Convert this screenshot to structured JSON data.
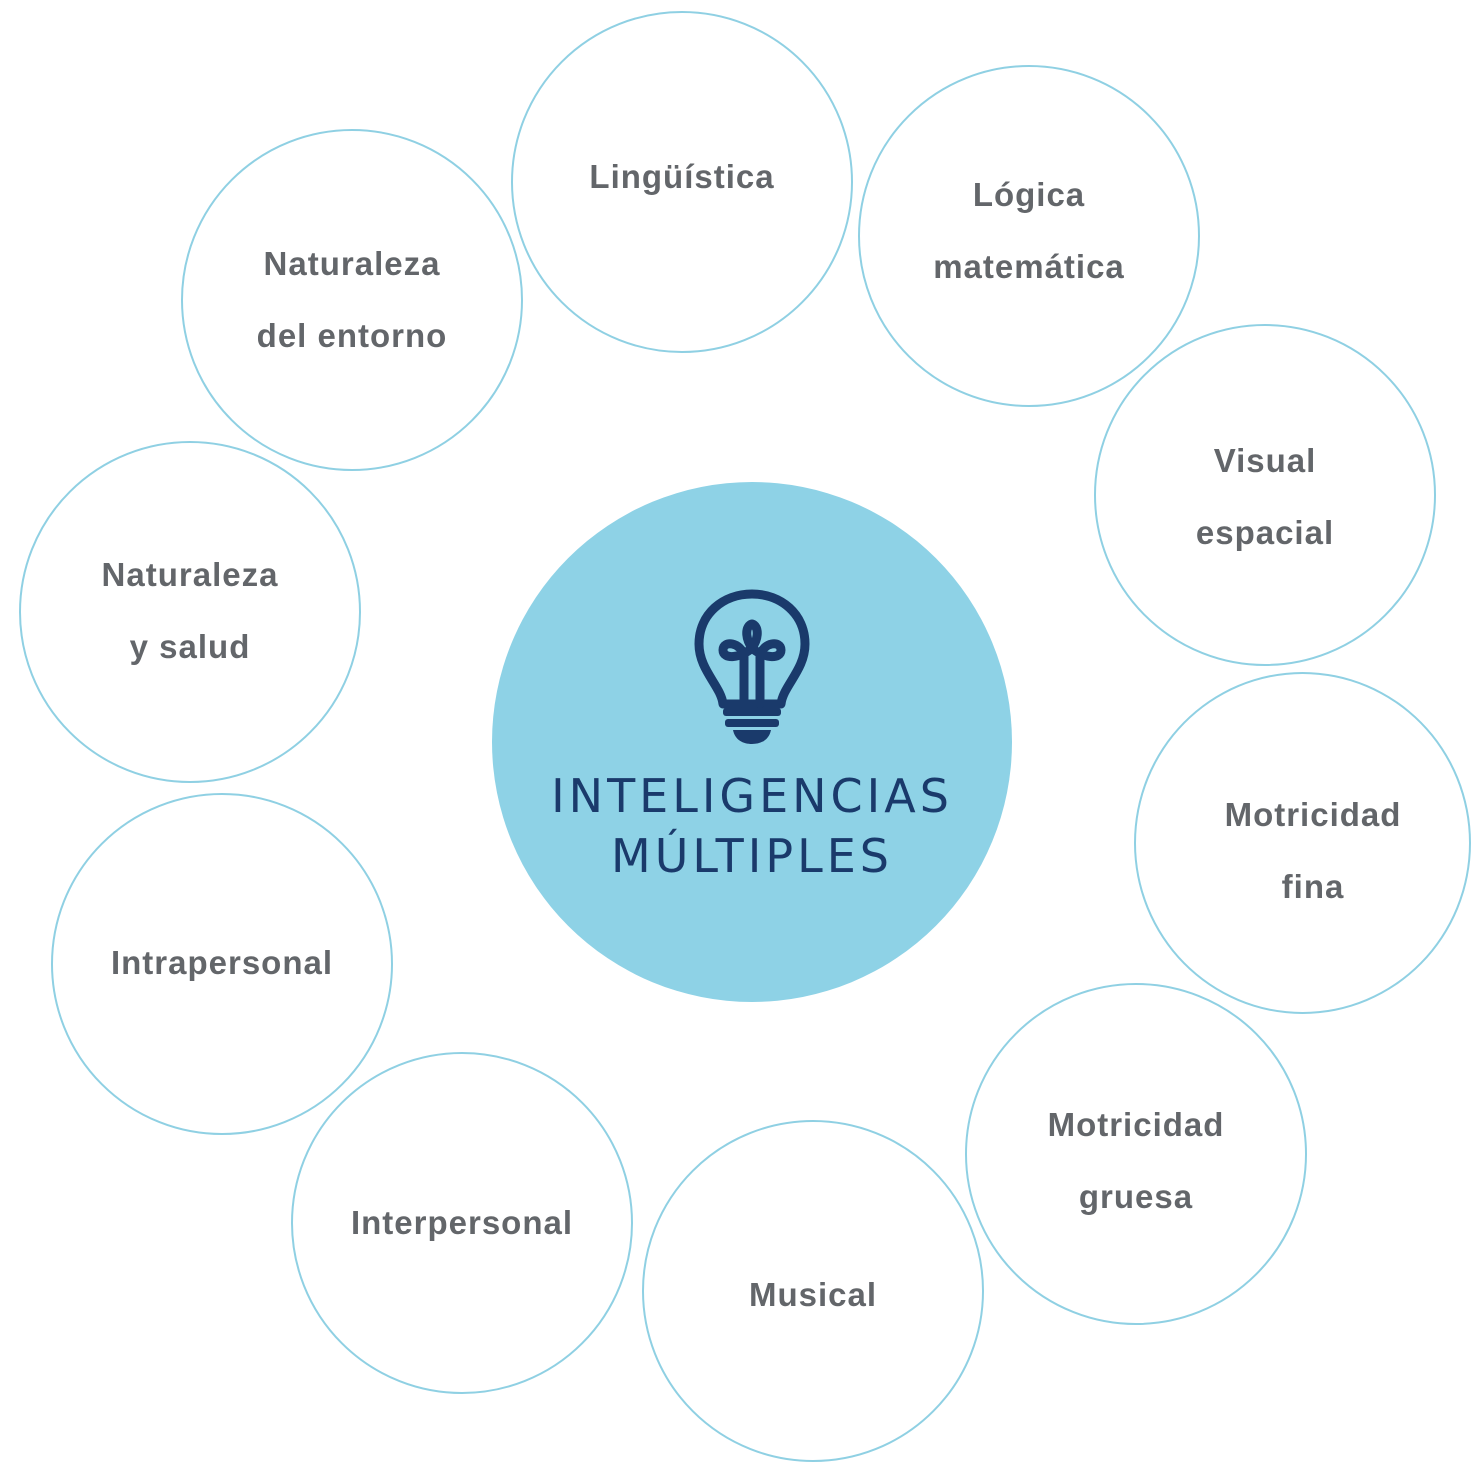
{
  "center": {
    "line1": "INTELIGENCIAS",
    "line2": "MÚLTIPLES",
    "icon": "lightbulb-icon",
    "fill_color": "#8ed2e6",
    "text_color": "#1a3a6b"
  },
  "nodes": {
    "linguistica": {
      "line1": "Lingüística"
    },
    "logica": {
      "line1": "Lógica",
      "line2": "matemática"
    },
    "visual": {
      "line1": "Visual",
      "line2": "espacial"
    },
    "motricidad_fina": {
      "line1": "Motricidad",
      "line2": "fina"
    },
    "motricidad_gruesa": {
      "line1": "Motricidad",
      "line2": "gruesa"
    },
    "musical": {
      "line1": "Musical"
    },
    "interpersonal": {
      "line1": "Interpersonal"
    },
    "intrapersonal": {
      "line1": "Intrapersonal"
    },
    "naturaleza_salud": {
      "line1": "Naturaleza",
      "line2": "y salud"
    },
    "naturaleza_entorno": {
      "line1": "Naturaleza",
      "line2": "del entorno"
    }
  },
  "colors": {
    "ring": "#8fd0e3",
    "label": "#63666a"
  }
}
